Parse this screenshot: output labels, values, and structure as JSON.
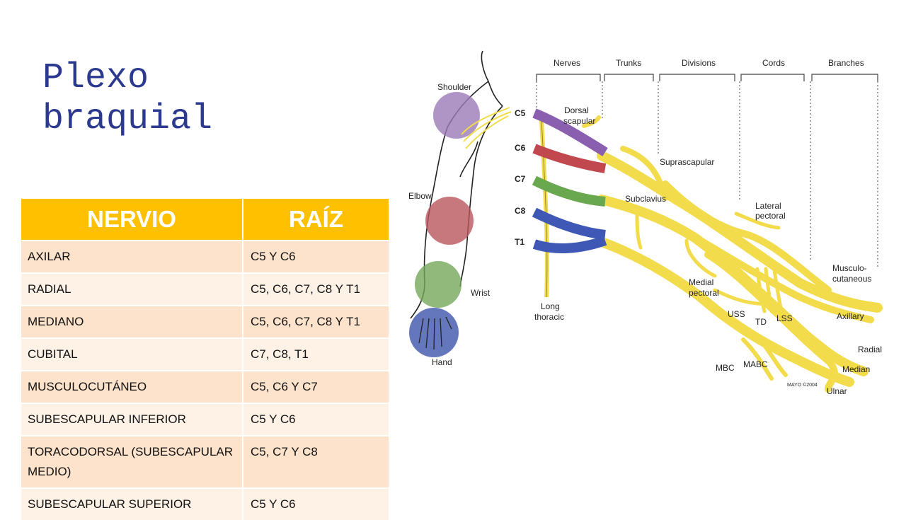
{
  "title": "Plexo braquial",
  "table": {
    "headers": [
      "NERVIO",
      "RAÍZ"
    ],
    "rows": [
      [
        "AXILAR",
        "C5 Y C6"
      ],
      [
        "RADIAL",
        "C5, C6, C7, C8 Y T1"
      ],
      [
        "MEDIANO",
        "C5, C6, C7, C8 Y T1"
      ],
      [
        "CUBITAL",
        "C7, C8, T1"
      ],
      [
        "MUSCULOCUTÁNEO",
        "C5, C6 Y C7"
      ],
      [
        "SUBESCAPULAR INFERIOR",
        "C5 Y C6"
      ],
      [
        "TORACODORSAL (SUBESCAPULAR MEDIO)",
        "C5, C7 Y C8"
      ],
      [
        "SUBESCAPULAR SUPERIOR",
        "C5 Y C6"
      ]
    ]
  },
  "diagram": {
    "section_headers": [
      "Nerves",
      "Trunks",
      "Divisions",
      "Cords",
      "Branches"
    ],
    "body_labels": [
      "Shoulder",
      "Elbow",
      "Wrist",
      "Hand"
    ],
    "roots": [
      "C5",
      "C6",
      "C7",
      "C8",
      "T1"
    ],
    "nerve_labels": {
      "dorsal_scapular": "Dorsal scapular",
      "suprascapular": "Suprascapular",
      "subclavius": "Subclavius",
      "lateral_pectoral": "Lateral pectoral",
      "musculocutaneous": "Musculo- cutaneous",
      "medial_pectoral": "Medial pectoral",
      "long_thoracic": "Long thoracic",
      "uss": "USS",
      "td": "TD",
      "lss": "LSS",
      "axillary": "Axillary",
      "radial": "Radial",
      "median": "Median",
      "ulnar": "Ulnar",
      "mbc": "MBC",
      "mabc": "MABC"
    },
    "credit": "MAYO ©2004",
    "colors": {
      "nerve_yellow": "#f2dc4c",
      "c5_purple": "#8a5fb0",
      "c6_red": "#c0484e",
      "c7_green": "#6aa84f",
      "c8t1_blue": "#3f58b5",
      "shoulder_circle": "#9a7bb8",
      "elbow_circle": "#b8565c",
      "wrist_circle": "#74a85a",
      "hand_circle": "#4a5fb0"
    }
  }
}
